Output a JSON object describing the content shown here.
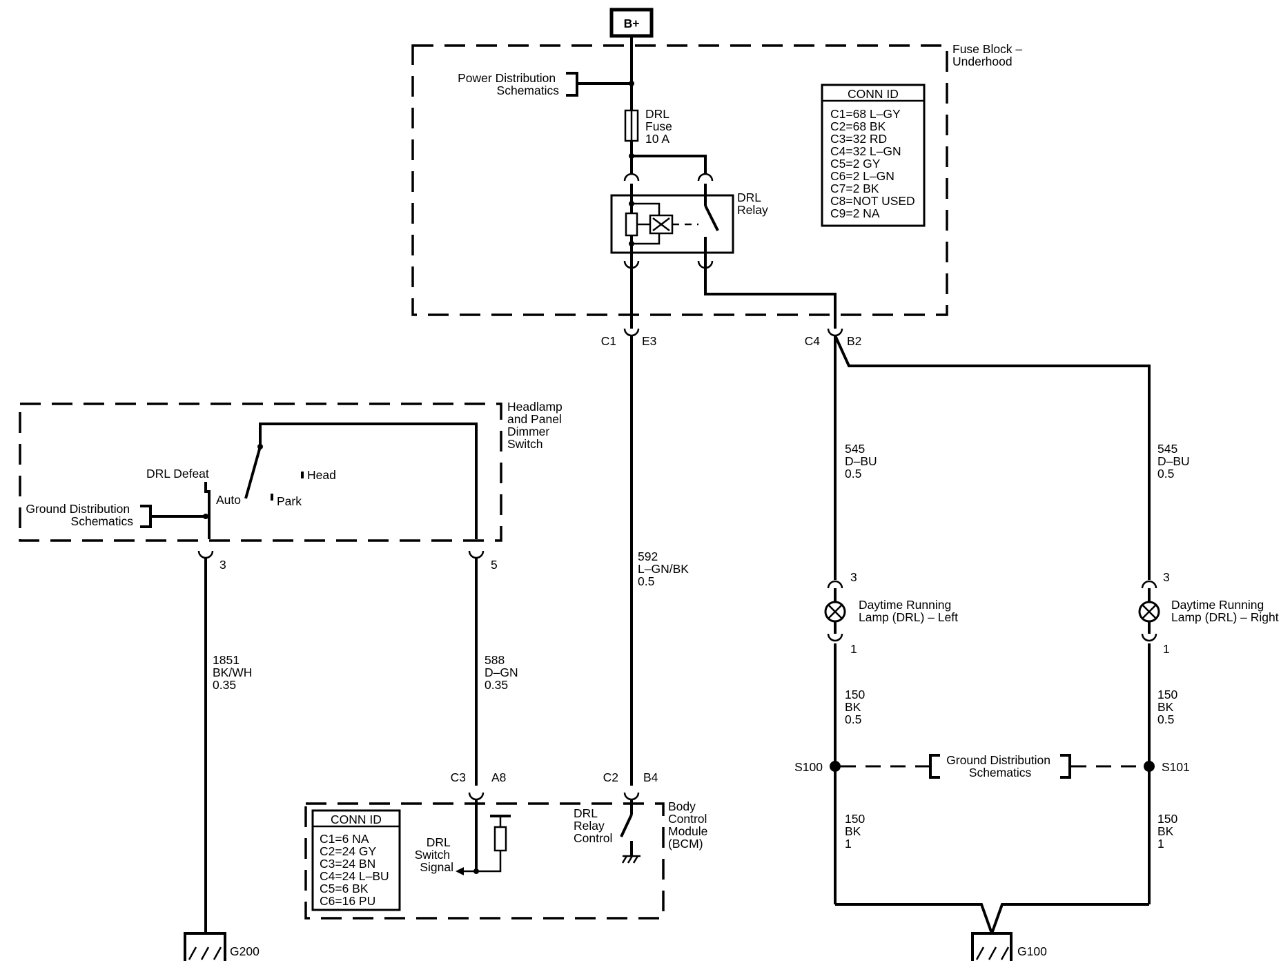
{
  "battery": {
    "label": "B+"
  },
  "fuse_block": {
    "title_lines": [
      "Fuse Block –",
      "Underhood"
    ],
    "power_ref_lines": [
      "Power Distribution",
      "Schematics"
    ],
    "fuse_lines": [
      "DRL",
      "Fuse",
      "10 A"
    ],
    "relay_lines": [
      "DRL",
      "Relay"
    ],
    "conn_id": {
      "header": "CONN ID",
      "rows": [
        "C1=68 L–GY",
        "C2=68 BK",
        "C3=32 RD",
        "C4=32 L–GN",
        "C5=2 GY",
        "C6=2 L–GN",
        "C7=2 BK",
        "C8=NOT USED",
        "C9=2 NA"
      ]
    },
    "connectors": {
      "c1": "C1",
      "e3": "E3",
      "c4": "C4",
      "b2": "B2"
    }
  },
  "headlamp_switch": {
    "title_lines": [
      "Headlamp",
      "and Panel",
      "Dimmer",
      "Switch"
    ],
    "drl_defeat": "DRL Defeat",
    "auto": "Auto",
    "park": "Park",
    "head": "Head",
    "ground_ref_lines": [
      "Ground Distribution",
      "Schematics"
    ],
    "pin3": "3",
    "pin5": "5"
  },
  "wires": {
    "w1851": [
      "1851",
      "BK/WH",
      "0.35"
    ],
    "w588": [
      "588",
      "D–GN",
      "0.35"
    ],
    "w592": [
      "592",
      "L–GN/BK",
      "0.5"
    ],
    "w545_left": [
      "545",
      "D–BU",
      "0.5"
    ],
    "w545_right": [
      "545",
      "D–BU",
      "0.5"
    ],
    "w150_l1": [
      "150",
      "BK",
      "0.5"
    ],
    "w150_r1": [
      "150",
      "BK",
      "0.5"
    ],
    "w150_l2": [
      "150",
      "BK",
      "1"
    ],
    "w150_r2": [
      "150",
      "BK",
      "1"
    ]
  },
  "lamps": {
    "left_lines": [
      "Daytime Running",
      "Lamp (DRL) – Left"
    ],
    "right_lines": [
      "Daytime Running",
      "Lamp (DRL) – Right"
    ],
    "left_pin_top": "3",
    "left_pin_bot": "1",
    "right_pin_top": "3",
    "right_pin_bot": "1"
  },
  "splices": {
    "s100": "S100",
    "s101": "S101",
    "ground_ref_lines": [
      "Ground Distribution",
      "Schematics"
    ]
  },
  "bcm": {
    "title_lines": [
      "Body",
      "Control",
      "Module",
      "(BCM)"
    ],
    "switch_signal_lines": [
      "DRL",
      "Switch",
      "Signal"
    ],
    "relay_control_lines": [
      "DRL",
      "Relay",
      "Control"
    ],
    "conn_id": {
      "header": "CONN ID",
      "rows": [
        "C1=6 NA",
        "C2=24 GY",
        "C3=24 BN",
        "C4=24 L–BU",
        "C5=6 BK",
        "C6=16 PU"
      ]
    },
    "connectors": {
      "c3": "C3",
      "a8": "A8",
      "c2": "C2",
      "b4": "B4"
    }
  },
  "grounds": {
    "g200": "G200",
    "g100": "G100"
  }
}
